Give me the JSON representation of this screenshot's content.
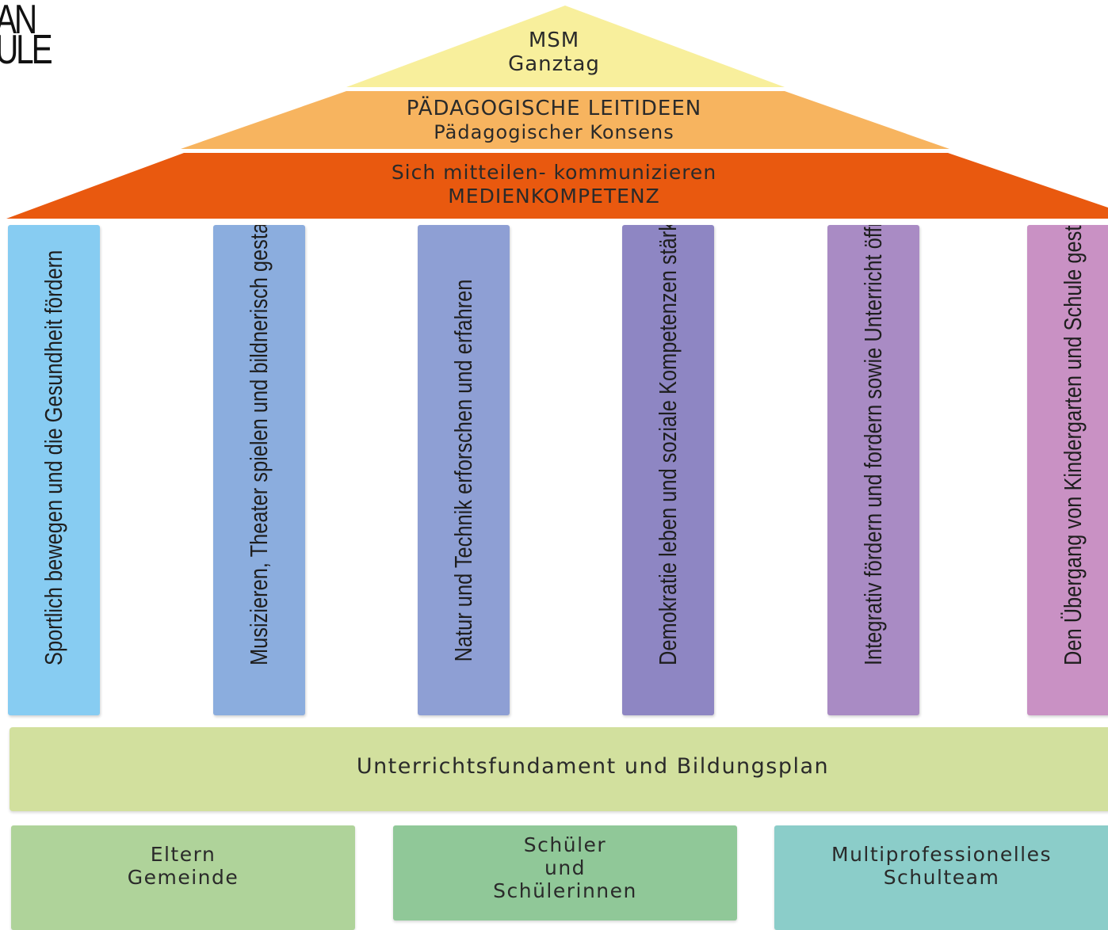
{
  "logo": {
    "line1": "AN",
    "line2": "ULE"
  },
  "roof": {
    "peak": {
      "line1": "MSM",
      "line2": "Ganztag",
      "color": "#f8ef9c"
    },
    "middle": {
      "line1": "PÄDAGOGISCHE LEITIDEEN",
      "line2": "Pädagogischer Konsens",
      "color": "#f7b45f"
    },
    "base": {
      "line1": "Sich mitteilen- kommunizieren",
      "line2": "MEDIENKOMPETENZ",
      "color": "#e9590f"
    }
  },
  "pillars": [
    {
      "label": "Sportlich bewegen und die Gesundheit fördern",
      "color": "#87ccf2"
    },
    {
      "label": "Musizieren, Theater spielen und bildnerisch gestalten",
      "color": "#8badde"
    },
    {
      "label": "Natur und Technik erforschen und erfahren",
      "color": "#8e9fd4"
    },
    {
      "label": "Demokratie leben und soziale Kompetenzen stärken",
      "color": "#8e86c3"
    },
    {
      "label": "Integrativ fördern und fordern sowie Unterricht öffnen",
      "color": "#a98bc4"
    },
    {
      "label": "Den Übergang von Kindergarten und Schule gestalten",
      "color": "#c991c4"
    }
  ],
  "foundation": {
    "label": "Unterrichtsfundament und Bildungsplan",
    "color": "#d2e09e"
  },
  "base_boxes": [
    {
      "line1": "Eltern",
      "line2": "Gemeinde",
      "line3": "",
      "color": "#afd39a"
    },
    {
      "line1": "Schüler",
      "line2": "und",
      "line3": "Schülerinnen",
      "color": "#90c898"
    },
    {
      "line1": "Multiprofessionelles",
      "line2": "Schulteam",
      "line3": "",
      "color": "#8bcdc9"
    }
  ]
}
